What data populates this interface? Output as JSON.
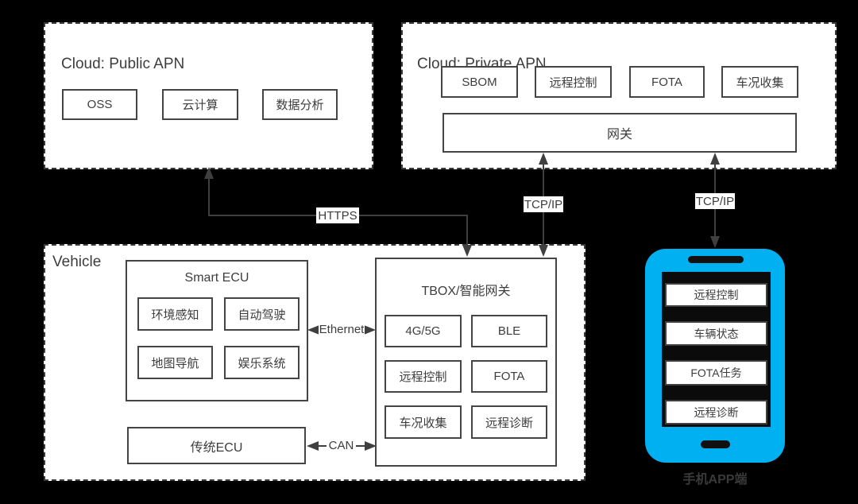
{
  "colors": {
    "background": "#000000",
    "line": "#3f3f3f",
    "box_background": "#ffffff",
    "text": "#3d3d3d",
    "phone_accent": "#00b0f0"
  },
  "cloud_public": {
    "title": "Cloud: Public APN",
    "items": [
      "OSS",
      "云计算",
      "数据分析"
    ]
  },
  "cloud_private": {
    "title": "Cloud: Private APN",
    "items": [
      "SBOM",
      "远程控制",
      "FOTA",
      "车况收集"
    ],
    "gateway_label": "网关"
  },
  "vehicle": {
    "title": "Vehicle",
    "smart_ecu": {
      "title": "Smart ECU",
      "items": [
        "环境感知",
        "自动驾驶",
        "地图导航",
        "娱乐系统"
      ]
    },
    "legacy_ecu_label": "传统ECU",
    "tbox": {
      "title": "TBOX/智能网关",
      "items": [
        "4G/5G",
        "BLE",
        "远程控制",
        "FOTA",
        "车况收集",
        "远程诊断"
      ]
    }
  },
  "phone": {
    "caption": "手机APP端",
    "screen_items": [
      "远程控制",
      "车辆状态",
      "FOTA任务",
      "远程诊断"
    ]
  },
  "links": {
    "https_label": "HTTPS",
    "tcpip_gateway_tbox_label": "TCP/IP",
    "tcpip_gateway_phone_label": "TCP/IP",
    "ethernet_label": "Ethernet",
    "can_label": "CAN"
  }
}
